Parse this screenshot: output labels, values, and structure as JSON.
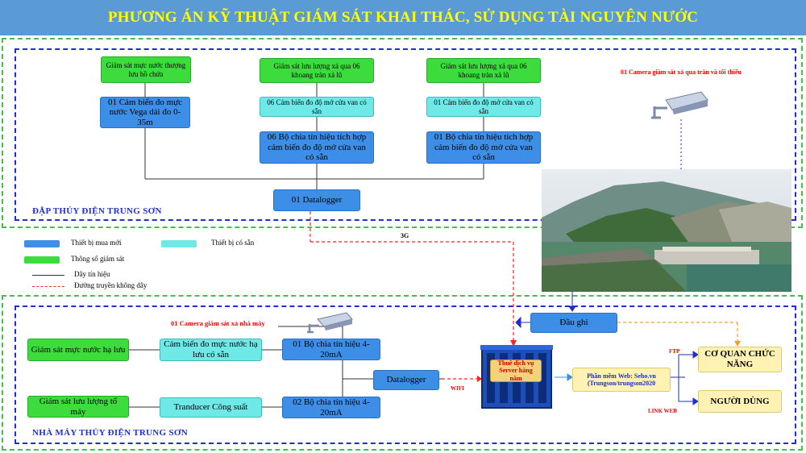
{
  "title": "PHƯƠNG ÁN KỸ THUẬT GIÁM SÁT KHAI THÁC, SỬ DỤNG TÀI NGUYÊN NƯỚC",
  "dam": {
    "section_label": "ĐẬP THỦY ĐIỆN TRUNG SƠN",
    "col1_param": "Giám sát mực nước thượng lưu hồ chứa",
    "col1_device": "01 Cảm biến đo mực nước Vega dải đo 0-35m",
    "col2_param": "Giám sát lưu lượng xả qua 06 khoang tràn xả lũ",
    "col2_sensor": "06 Cảm biến đo độ mở cửa van có sẵn",
    "col2_splitter": "06 Bộ chia tín hiệu tích hợp cảm biến đo độ mở cửa van có sẵn",
    "col3_param": "Giám sát lưu lượng xả qua 06 khoang tràn xả lũ",
    "col3_sensor": "01 Cảm biến đo độ mở cửa van có sẵn",
    "col3_splitter": "01 Bộ chia tín hiệu tích hợp cảm biến đo độ mở cửa van có sẵn",
    "datalogger": "01 Datalogger",
    "camera_label": "01 Camera giám sát xả qua tràn và tối thiểu"
  },
  "legend": {
    "new_equipment": "Thiết bị mua mới",
    "existing_equipment": "Thiết bị có sẵn",
    "monitoring_param": "Thông số giám sát",
    "signal_wire": "Dây tín hiệu",
    "wireless_line": "Đường truyền không dây",
    "colors": {
      "new": "#3c8ee6",
      "existing": "#6fe8e8",
      "param": "#3ddc3d",
      "wire": "#000000",
      "wireless": "#ff0000"
    }
  },
  "link_3g": "3G",
  "plant": {
    "section_label": "NHÀ MÁY THỦY ĐIỆN TRUNG SƠN",
    "camera_label": "01 Camera giám sát xả nhà máy",
    "param1": "Giám sát mực nước hạ lưu",
    "sensor1": "Cảm biến đo mực nước hạ lưu có sẵn",
    "splitter1": "01 Bộ chia tín hiệu 4-20mA",
    "param2": "Giám sát lưu lượng tổ máy",
    "sensor2": "Tranducer Công suất",
    "splitter2": "02 Bộ chia tín hiệu 4-20mA",
    "datalogger": "Datalogger",
    "wifi": "WIFI",
    "recorder": "Đầu ghi",
    "server": "Thuê dịch vụ Server hàng năm",
    "software": "Phần mềm Web: Seho.vn (Trungson/trungson2020",
    "ftp": "FTP",
    "link_web": "LINK WEB",
    "agency": "CƠ QUAN CHỨC NĂNG",
    "users": "NGƯỜI DÙNG"
  }
}
